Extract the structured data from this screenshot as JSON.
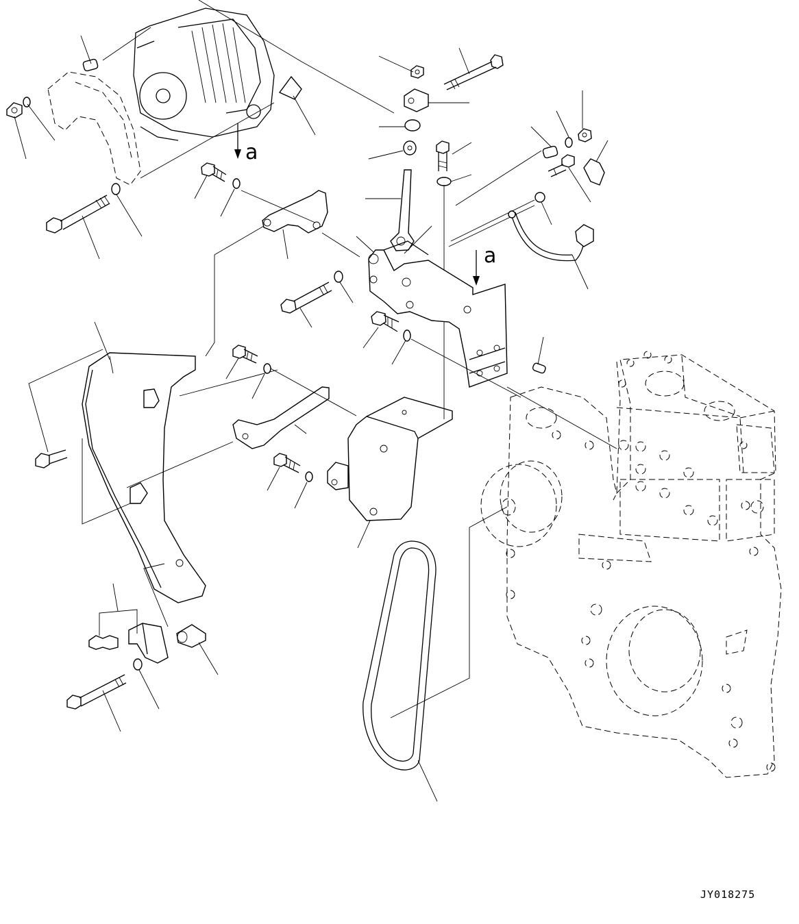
{
  "figure": {
    "view_label_left": "a",
    "view_label_right": "a",
    "drawing_code": "JY018275"
  }
}
